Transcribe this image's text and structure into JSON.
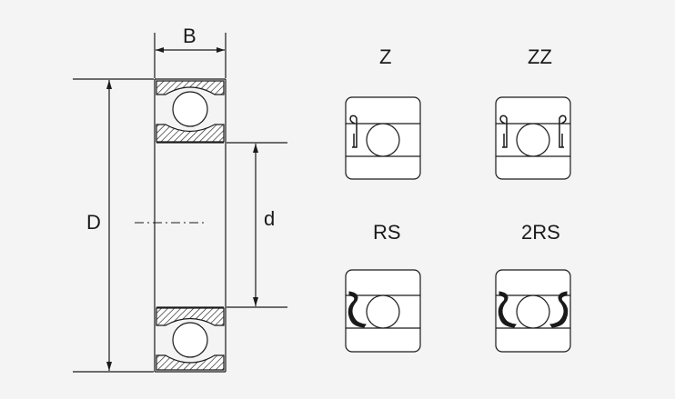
{
  "dimensions": {
    "width_label": "B",
    "outer_diameter_label": "D",
    "bore_diameter_label": "d"
  },
  "variants": [
    {
      "key": "Z",
      "label": "Z",
      "shield": "metal",
      "sides": 1
    },
    {
      "key": "ZZ",
      "label": "ZZ",
      "shield": "metal",
      "sides": 2
    },
    {
      "key": "RS",
      "label": "RS",
      "shield": "rubber",
      "sides": 1
    },
    {
      "key": "2RS",
      "label": "2RS",
      "shield": "rubber",
      "sides": 2
    }
  ],
  "colors": {
    "ink": "#1a1a1a",
    "background": "#f4f4f4",
    "fill": "#ffffff"
  }
}
